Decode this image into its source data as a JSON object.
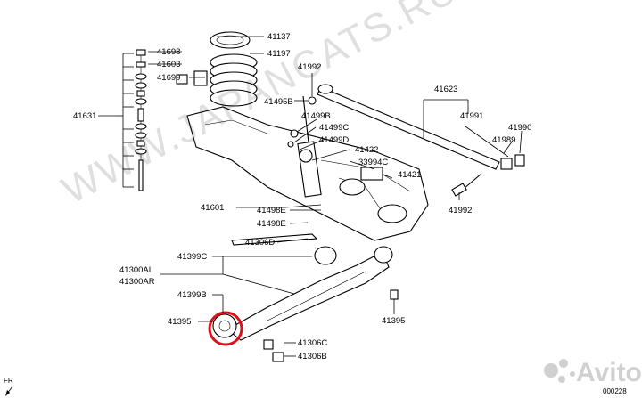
{
  "watermark": "WWW.JAPANCATS.RU",
  "brand": "Avito",
  "fr_label": "FR",
  "diagram_code": "000228",
  "part_numbers": {
    "p41137": "41137",
    "p41197": "41197",
    "p41698": "41698",
    "p41603": "41603",
    "p41699": "41699",
    "p41631": "41631",
    "p41992a": "41992",
    "p41495b": "41495B",
    "p41499b": "41499B",
    "p41499c": "41499C",
    "p41499d": "41499D",
    "p41422": "41422",
    "p33994c": "33994C",
    "p41421": "41421",
    "p41623": "41623",
    "p41991": "41991",
    "p41990": "41990",
    "p41989": "41989",
    "p41992b": "41992",
    "p41601": "41601",
    "p41498e1": "41498E",
    "p41498e2": "41498E",
    "p41306d": "41306D",
    "p41399c": "41399C",
    "p41300al": "41300AL",
    "p41300ar": "41300AR",
    "p41399b": "41399B",
    "p41395a": "41395",
    "p41395b": "41395",
    "p41306c": "41306C",
    "p41306b": "41306B"
  },
  "highlight_color": "#e0101a"
}
